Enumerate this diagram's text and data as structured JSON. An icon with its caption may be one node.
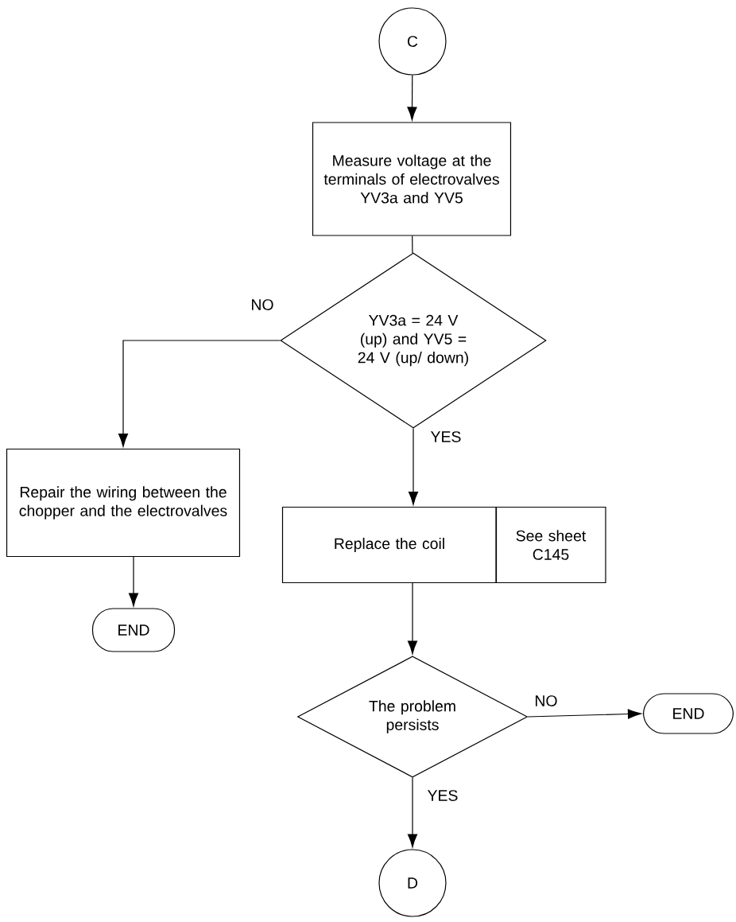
{
  "diagram": {
    "nodes": [
      {
        "text": [
          "C"
        ]
      },
      {
        "text": [
          "Measure voltage at the terminals of electrovalves YV3a and YV5"
        ]
      },
      {
        "text": [
          "YV3a = 24 V (up) and YV5 = 24 V (up/ down)"
        ]
      },
      {
        "text": [
          "Repair the wiring between the chopper and the electrovalves"
        ]
      },
      {
        "text": [
          "END"
        ]
      },
      {
        "text": [
          "Replace the coil"
        ]
      },
      {
        "text": [
          "See sheet C145"
        ]
      },
      {
        "text": [
          "The problem persists"
        ]
      },
      {
        "text": [
          "END"
        ]
      },
      {
        "text": [
          "D"
        ]
      }
    ],
    "edges": [
      {
        "from": 0,
        "to": 1,
        "arrow": "to"
      },
      {
        "from": 1,
        "to": 2,
        "arrow": "none"
      },
      {
        "from": 2,
        "to": 3,
        "arrow": "to",
        "label": "NO"
      },
      {
        "from": 2,
        "to": 5,
        "arrow": "to",
        "label": "YES"
      },
      {
        "from": 3,
        "to": 4,
        "arrow": "to"
      },
      {
        "from": 5,
        "to": 7,
        "arrow": "to"
      },
      {
        "from": 7,
        "to": 8,
        "arrow": "to",
        "label": "NO"
      },
      {
        "from": 7,
        "to": 9,
        "arrow": "to",
        "label": "YES"
      }
    ]
  }
}
